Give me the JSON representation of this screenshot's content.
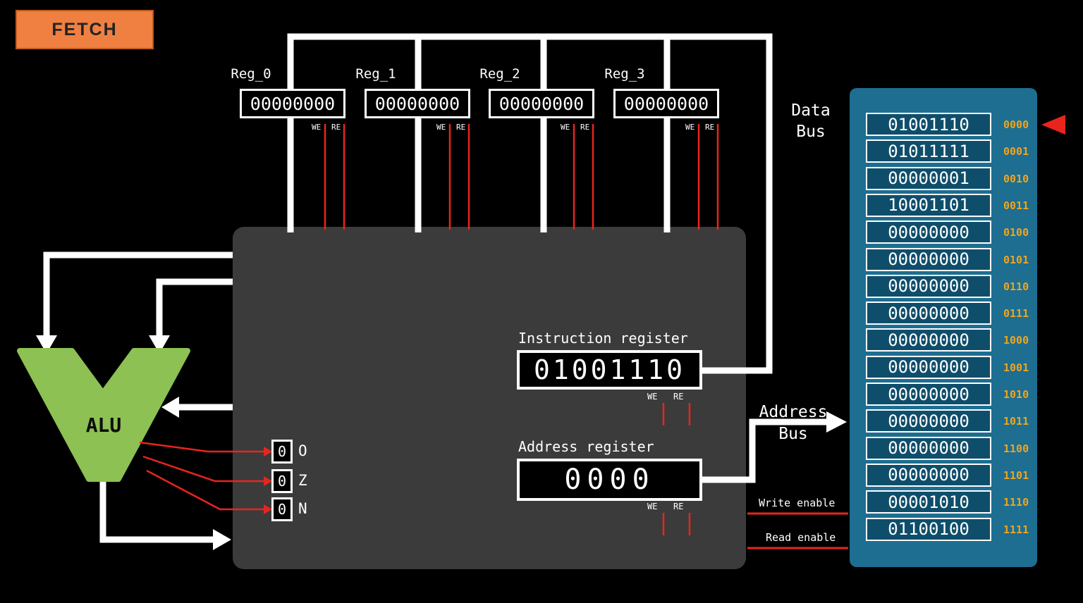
{
  "phase": {
    "label": "FETCH"
  },
  "colors": {
    "background": "#000000",
    "badge_orange": "#ef8041",
    "alu_green": "#8dc153",
    "memory_block_blue": "#1d6e90",
    "memory_cell_blue": "#0f4e6b",
    "address_gold": "#f0a41f",
    "signal_red": "#e8251d",
    "cpu_gray": "#3b3b3b",
    "wire_white": "#ffffff"
  },
  "registers": [
    {
      "name": "Reg_0",
      "value": "00000000",
      "write_enable_label": "WE",
      "read_enable_label": "RE"
    },
    {
      "name": "Reg_1",
      "value": "00000000",
      "write_enable_label": "WE",
      "read_enable_label": "RE"
    },
    {
      "name": "Reg_2",
      "value": "00000000",
      "write_enable_label": "WE",
      "read_enable_label": "RE"
    },
    {
      "name": "Reg_3",
      "value": "00000000",
      "write_enable_label": "WE",
      "read_enable_label": "RE"
    }
  ],
  "alu": {
    "label": "ALU"
  },
  "flags": [
    {
      "name": "O",
      "value": "0"
    },
    {
      "name": "Z",
      "value": "0"
    },
    {
      "name": "N",
      "value": "0"
    }
  ],
  "instruction_register": {
    "label": "Instruction register",
    "value": "01001110",
    "write_enable_label": "WE",
    "read_enable_label": "RE"
  },
  "address_register": {
    "label": "Address register",
    "value": "0000",
    "write_enable_label": "WE",
    "read_enable_label": "RE"
  },
  "buses": {
    "data_bus_label": "Data\nBus",
    "address_bus_label": "Address\nBus"
  },
  "control_signals": {
    "write_enable": "Write enable",
    "read_enable": "Read enable"
  },
  "memory": {
    "pointer_row": 0,
    "rows": [
      {
        "value": "01001110",
        "address": "0000"
      },
      {
        "value": "01011111",
        "address": "0001"
      },
      {
        "value": "00000001",
        "address": "0010"
      },
      {
        "value": "10001101",
        "address": "0011"
      },
      {
        "value": "00000000",
        "address": "0100"
      },
      {
        "value": "00000000",
        "address": "0101"
      },
      {
        "value": "00000000",
        "address": "0110"
      },
      {
        "value": "00000000",
        "address": "0111"
      },
      {
        "value": "00000000",
        "address": "1000"
      },
      {
        "value": "00000000",
        "address": "1001"
      },
      {
        "value": "00000000",
        "address": "1010"
      },
      {
        "value": "00000000",
        "address": "1011"
      },
      {
        "value": "00000000",
        "address": "1100"
      },
      {
        "value": "00000000",
        "address": "1101"
      },
      {
        "value": "00001010",
        "address": "1110"
      },
      {
        "value": "01100100",
        "address": "1111"
      }
    ]
  }
}
